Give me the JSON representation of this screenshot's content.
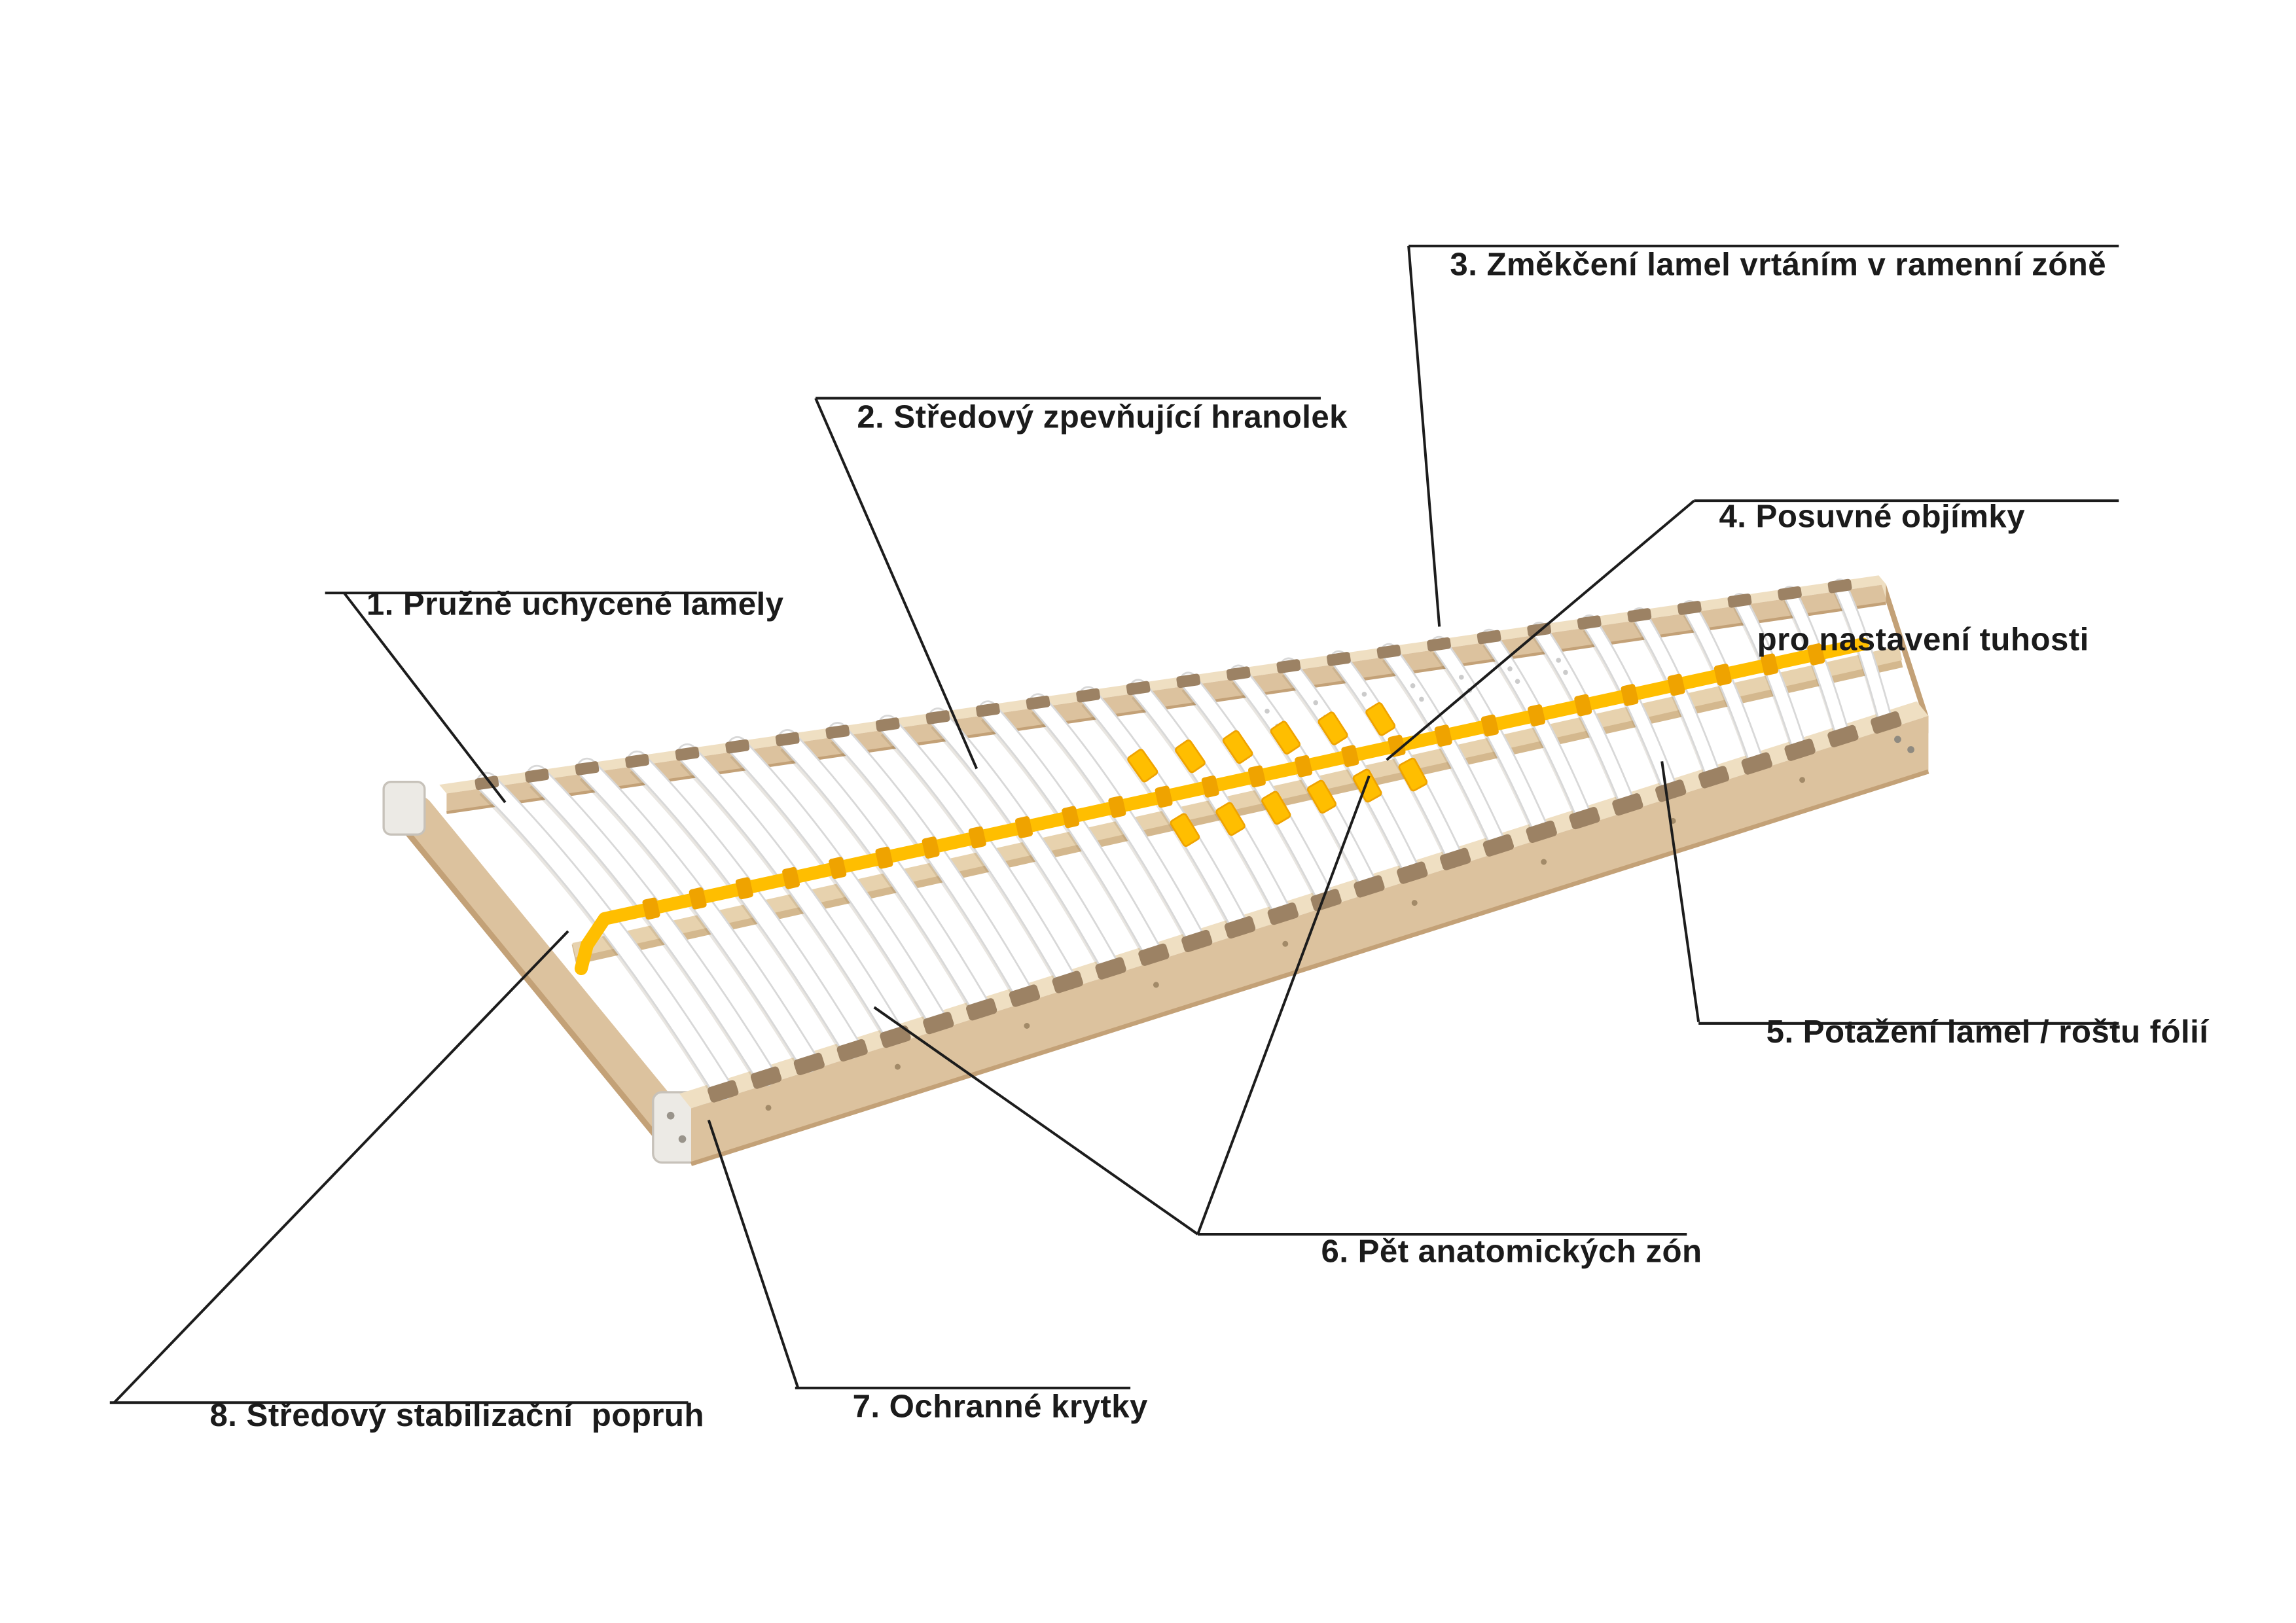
{
  "diagram": {
    "type": "annotated-product-diagram",
    "subject": "lamelový rošt (slatted bed base)",
    "labels": [
      {
        "id": 1,
        "text": "1. Pružně uchycené lamely"
      },
      {
        "id": 2,
        "text": "2. Středový zpevňující hranolek"
      },
      {
        "id": 3,
        "text": "3. Změkčení lamel vrtáním v ramenní zóně"
      },
      {
        "id": 4,
        "line1": "4. Posuvné objímky",
        "line2": "pro nastavení tuhosti"
      },
      {
        "id": 5,
        "text": "5. Potažení lamel / roštu fólií"
      },
      {
        "id": 6,
        "text": "6. Pět anatomických zón"
      },
      {
        "id": 7,
        "text": "7. Ochranné krytky"
      },
      {
        "id": 8,
        "text": "8. Středový stabilizační  popruh"
      }
    ]
  },
  "illustration": {
    "slat_count": 28,
    "zones": 5,
    "colors": {
      "strap": "#FFBE00",
      "strap_dark": "#EFA300",
      "wood": "#DCC29E",
      "wood_dark": "#C3A177",
      "wood_light": "#EFDFC2",
      "holder": "#9C8264",
      "slat": "#FFFFFF",
      "slat_edge": "#D8D8D8",
      "cap": "#ECEAE5",
      "line": "#1C1C1C"
    }
  }
}
